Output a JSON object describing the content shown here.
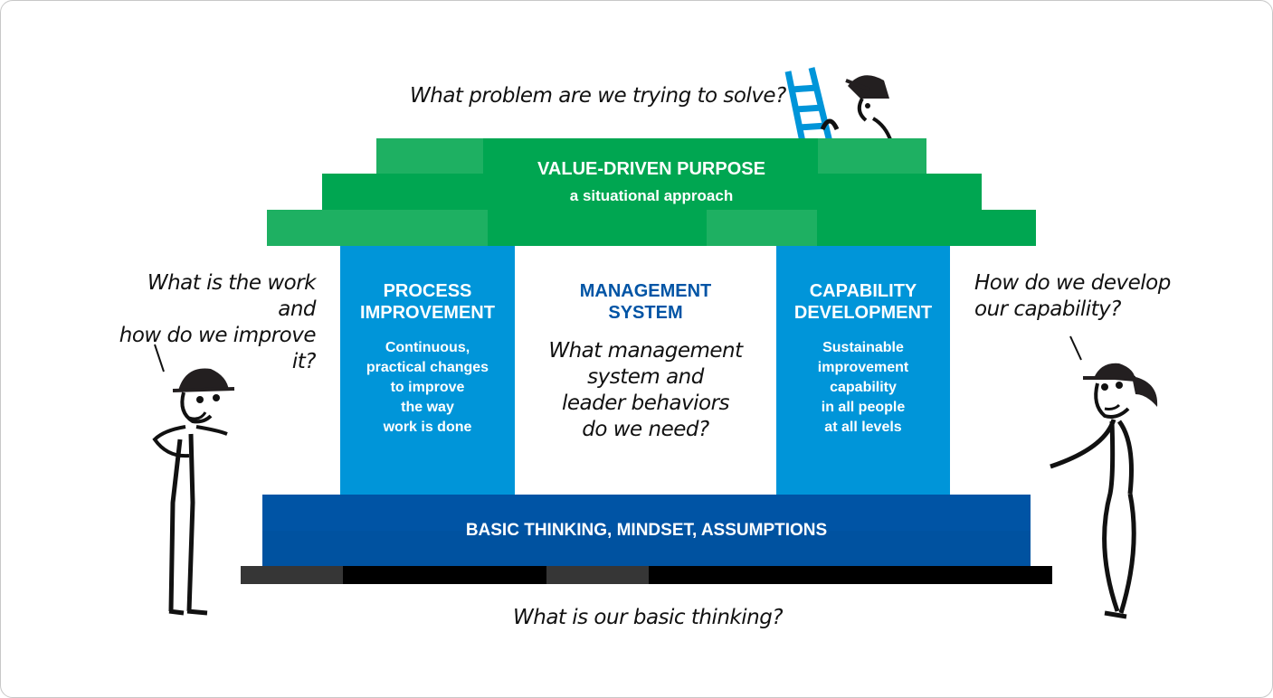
{
  "questions": {
    "top": "What problem are we trying to solve?",
    "left": [
      "What is the work and",
      "how do we improve it?"
    ],
    "right": [
      "How do we develop",
      "our capability?"
    ],
    "bottom": "What is our basic thinking?"
  },
  "roof": {
    "title": "VALUE-DRIVEN PURPOSE",
    "subtitle": "a situational approach"
  },
  "pillars": {
    "left": {
      "title": [
        "PROCESS",
        "IMPROVEMENT"
      ],
      "body": [
        "Continuous,",
        "practical changes",
        "to improve",
        "the way",
        "work is done"
      ]
    },
    "center": {
      "title": [
        "MANAGEMENT",
        "SYSTEM"
      ],
      "body": [
        "What management",
        "system and",
        "leader behaviors",
        "do we need?"
      ]
    },
    "right": {
      "title": [
        "CAPABILITY",
        "DEVELOPMENT"
      ],
      "body": [
        "Sustainable",
        "improvement",
        "capability",
        "in all people",
        "at all levels"
      ]
    }
  },
  "base": {
    "label": "BASIC THINKING, MINDSET, ASSUMPTIONS"
  },
  "colors": {
    "green": "#00a651",
    "blue": "#0095d9",
    "navy": "#0054a5"
  }
}
